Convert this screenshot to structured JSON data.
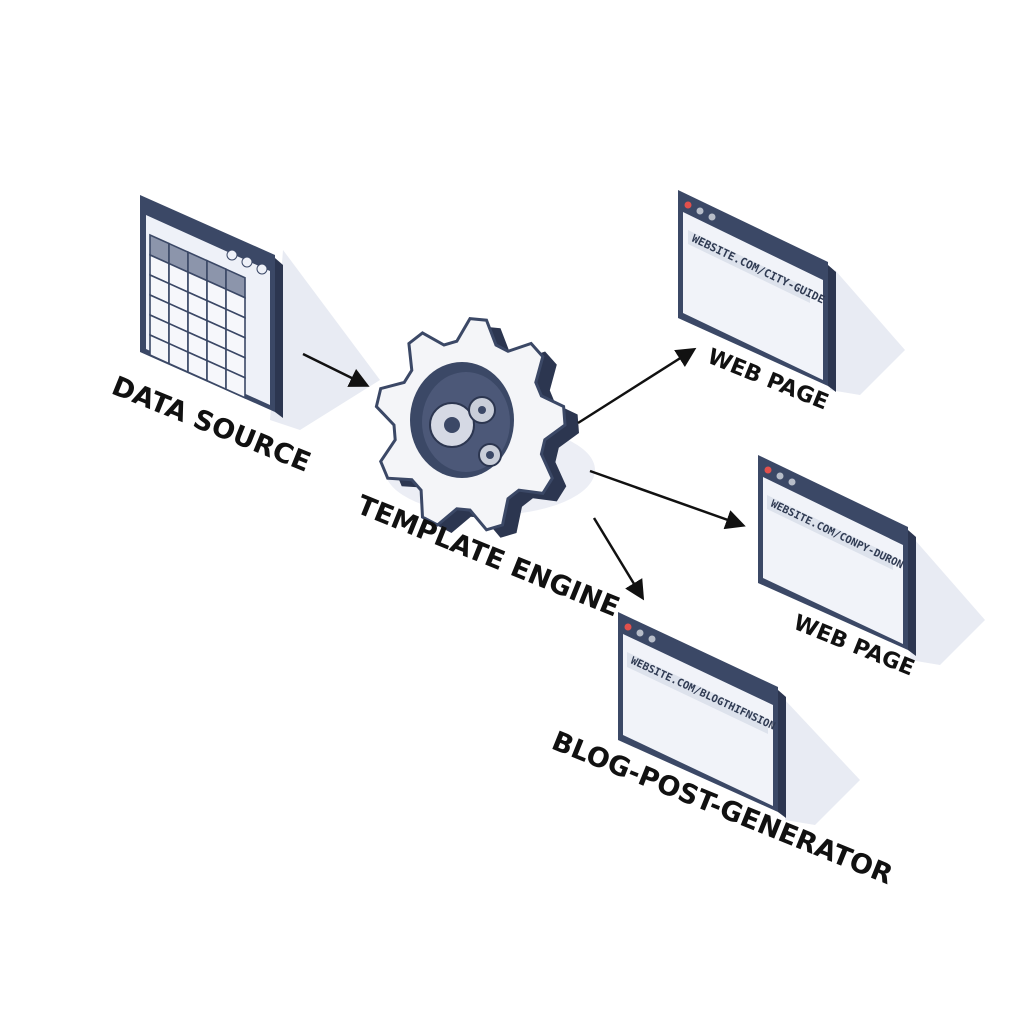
{
  "nodes": {
    "data_source": {
      "label": "DATA SOURCE"
    },
    "template_engine": {
      "label": "TEMPLATE ENGINE"
    },
    "web_page_1": {
      "label": "WEB PAGE",
      "url": "WEBSITE.COM/CITY-GUIDE"
    },
    "web_page_2": {
      "label": "WEB PAGE",
      "url": "WEBSITE.COM/CONPY-DURON"
    },
    "blog_post": {
      "label": "BLOG-POST-GENERATOR",
      "url": "WEBSITE.COM/BLOGTHIFNSION"
    }
  },
  "edges": [
    {
      "from": "data_source",
      "to": "template_engine"
    },
    {
      "from": "template_engine",
      "to": "web_page_1"
    },
    {
      "from": "template_engine",
      "to": "web_page_2"
    },
    {
      "from": "template_engine",
      "to": "blog_post"
    }
  ],
  "colors": {
    "frame": "#3b4866",
    "frame_dark": "#2c3650",
    "panel": "#eef1f8",
    "panel_light": "#f7f8fc",
    "shadow": "#e6e9f2",
    "url_bar": "#d9deea",
    "dot_red": "#e2504c",
    "dot_grey": "#b7bdc9",
    "gear_face": "#f4f5f8",
    "arrow": "#111111"
  },
  "icons": {
    "spreadsheet": "table-grid-icon",
    "engine": "gear-icon",
    "browser": "browser-window-icon"
  }
}
